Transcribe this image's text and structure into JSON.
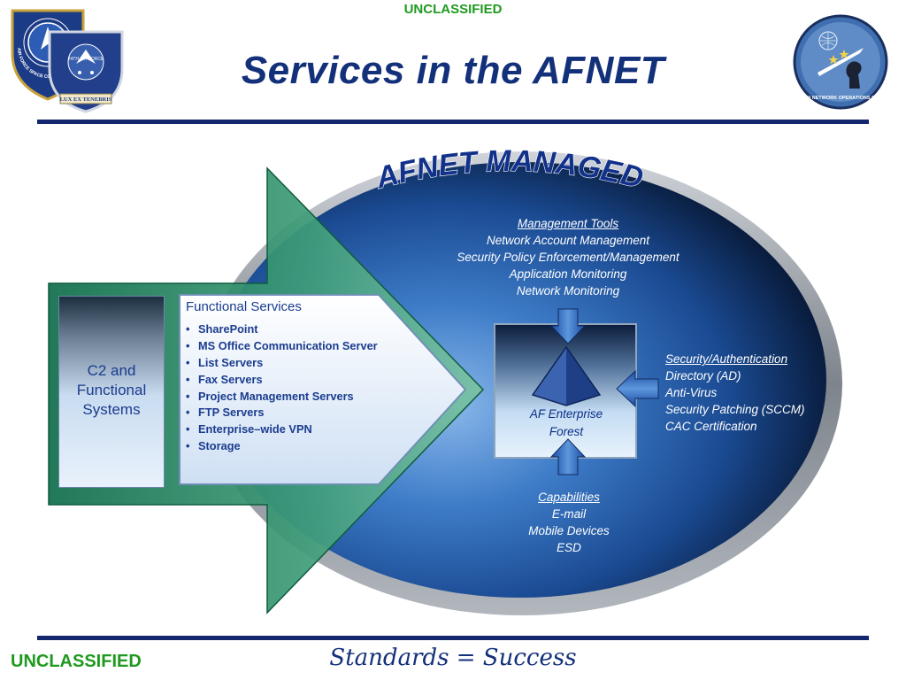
{
  "classification_top": "UNCLASSIFIED",
  "classification_bottom": "UNCLASSIFIED",
  "title": "Services in the AFNET",
  "footer_slogan": "Standards = Success",
  "managed_banner": "AFNET MANAGED",
  "left_logos": {
    "seal_1_text": "AIR FORCE SPACE COMMAND",
    "seal_2_text": "24TH AIR FORCE",
    "motto": "LUX EX TENEBRIS"
  },
  "right_logo": {
    "text": "850 NETWORK OPERATIONS SQ"
  },
  "c2_label": "C2 and Functional Systems",
  "functional_services": {
    "title": "Functional Services",
    "items": [
      "SharePoint",
      "MS Office Communication Server",
      "List Servers",
      "Fax Servers",
      "Project Management Servers",
      "FTP Servers",
      "Enterprise–wide VPN",
      "Storage"
    ]
  },
  "management_tools": {
    "heading": "Management Tools",
    "items": [
      "Network Account Management",
      "Security Policy Enforcement/Management",
      "Application Monitoring",
      "Network Monitoring"
    ]
  },
  "security": {
    "heading": "Security/Authentication",
    "items": [
      "Directory (AD)",
      "Anti-Virus",
      "Security Patching (SCCM)",
      "CAC Certification"
    ]
  },
  "capabilities": {
    "heading": "Capabilities",
    "items": [
      "E-mail",
      "Mobile Devices",
      "ESD"
    ]
  },
  "forest": {
    "line1": "AF Enterprise",
    "line2": "Forest"
  },
  "colors": {
    "classification_green": "#1f9a1f",
    "title_navy": "#13307a",
    "rule_navy": "#13266e",
    "text_blue": "#1b3c8f",
    "oval_blue": "#1d4f99",
    "arrow_green": "#2a8b5e"
  }
}
